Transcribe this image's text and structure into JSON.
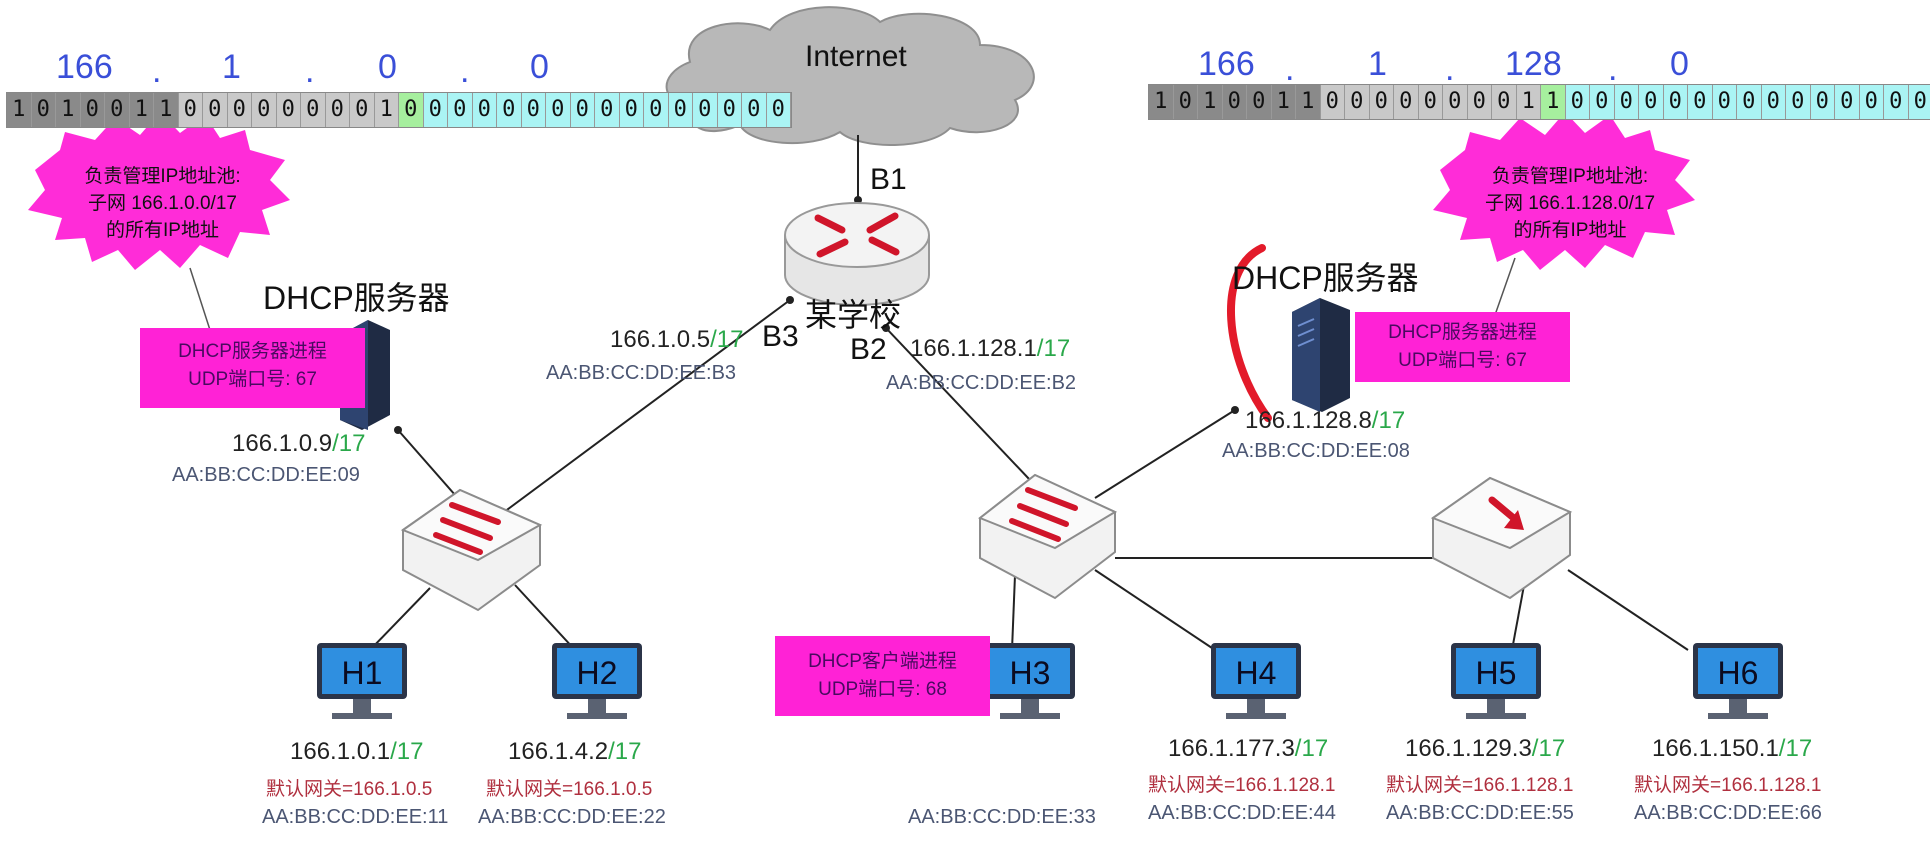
{
  "internet_label": "Internet",
  "router": {
    "name": "某学校",
    "b1": "B1",
    "b2": "B2",
    "b3": "B3"
  },
  "left_header": {
    "octets": [
      "166",
      "1",
      "0",
      "0"
    ],
    "dots": [
      ".",
      ".",
      "."
    ],
    "bits": [
      "1",
      "0",
      "1",
      "0",
      "0",
      "1",
      "1",
      "0",
      "0",
      "0",
      "0",
      "0",
      "0",
      "0",
      "0",
      "1",
      "0",
      "0",
      "0",
      "0",
      "0",
      "0",
      "0",
      "0",
      "0",
      "0",
      "0",
      "0",
      "0",
      "0",
      "0",
      "0"
    ]
  },
  "right_header": {
    "octets": [
      "166",
      "1",
      "128",
      "0"
    ],
    "dots": [
      ".",
      ".",
      "."
    ],
    "bits": [
      "1",
      "0",
      "1",
      "0",
      "0",
      "1",
      "1",
      "0",
      "0",
      "0",
      "0",
      "0",
      "0",
      "0",
      "0",
      "1",
      "1",
      "0",
      "0",
      "0",
      "0",
      "0",
      "0",
      "0",
      "0",
      "0",
      "0",
      "0",
      "0",
      "0",
      "0",
      "0"
    ]
  },
  "left_pool_note": {
    "line1": "负责管理IP地址池:",
    "line2": "子网 166.1.0.0/17",
    "line3": "的所有IP地址"
  },
  "right_pool_note": {
    "line1": "负责管理IP地址池:",
    "line2": "子网 166.1.128.0/17",
    "line3": "的所有IP地址"
  },
  "left_dhcp": {
    "title": "DHCP服务器",
    "process": "DHCP服务器进程",
    "port": "UDP端口号:  67",
    "ip": "166.1.0.9",
    "mask": "/17",
    "mac": "AA:BB:CC:DD:EE:09"
  },
  "right_dhcp": {
    "title": "DHCP服务器",
    "process": "DHCP服务器进程",
    "port": "UDP端口号:  67",
    "ip": "166.1.128.8",
    "mask": "/17",
    "mac": "AA:BB:CC:DD:EE:08"
  },
  "b3_iface": {
    "ip": "166.1.0.5",
    "mask": "/17",
    "mac": "AA:BB:CC:DD:EE:B3"
  },
  "b2_iface": {
    "ip": "166.1.128.1",
    "mask": "/17",
    "mac": "AA:BB:CC:DD:EE:B2"
  },
  "client_note": {
    "process": "DHCP客户端进程",
    "port": "UDP端口号:  68"
  },
  "hosts": [
    {
      "name": "H1",
      "ip": "166.1.0.1",
      "mask": "/17",
      "gw": "默认网关=166.1.0.5",
      "mac": "AA:BB:CC:DD:EE:11"
    },
    {
      "name": "H2",
      "ip": "166.1.4.2",
      "mask": "/17",
      "gw": "默认网关=166.1.0.5",
      "mac": "AA:BB:CC:DD:EE:22"
    },
    {
      "name": "H3",
      "ip": "",
      "mask": "",
      "gw": "",
      "mac": "AA:BB:CC:DD:EE:33"
    },
    {
      "name": "H4",
      "ip": "166.1.177.3",
      "mask": "/17",
      "gw": "默认网关=166.1.128.1",
      "mac": "AA:BB:CC:DD:EE:44"
    },
    {
      "name": "H5",
      "ip": "166.1.129.3",
      "mask": "/17",
      "gw": "默认网关=166.1.128.1",
      "mac": "AA:BB:CC:DD:EE:55"
    },
    {
      "name": "H6",
      "ip": "166.1.150.1",
      "mask": "/17",
      "gw": "默认网关=166.1.128.1",
      "mac": "AA:BB:CC:DD:EE:66"
    }
  ],
  "colors": {
    "magenta": "#ff22d6",
    "mask_green": "#2aa84a",
    "octet_blue": "#3a4fd8",
    "gateway_red": "#b0303f",
    "monitor_blue": "#2f8fe0"
  }
}
